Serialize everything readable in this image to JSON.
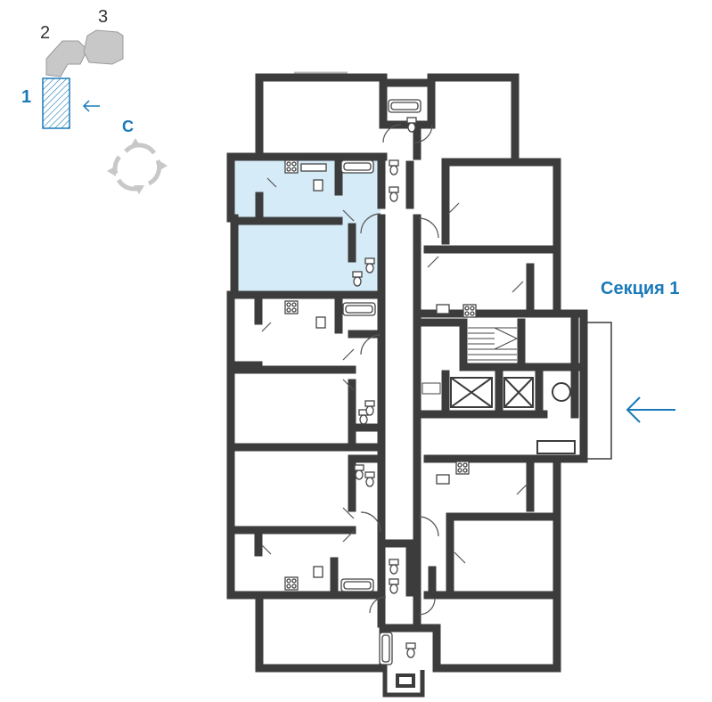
{
  "keyplan": {
    "building_labels": [
      "1",
      "2",
      "3"
    ],
    "active_building": "1",
    "compass_letter": "С"
  },
  "floor": {
    "section_label": "Секция 1"
  },
  "colors": {
    "accent": "#1a7ab8",
    "highlight_fill": "#d6ebf8",
    "wall": "#3c3c3c",
    "keyplan_grey": "#c8c8c8"
  },
  "icons": [
    "entrance-arrow-icon",
    "compass-icon",
    "bathtub-icon",
    "toilet-icon",
    "sink-icon",
    "stove-icon",
    "elevator-icon",
    "stairs-icon"
  ]
}
